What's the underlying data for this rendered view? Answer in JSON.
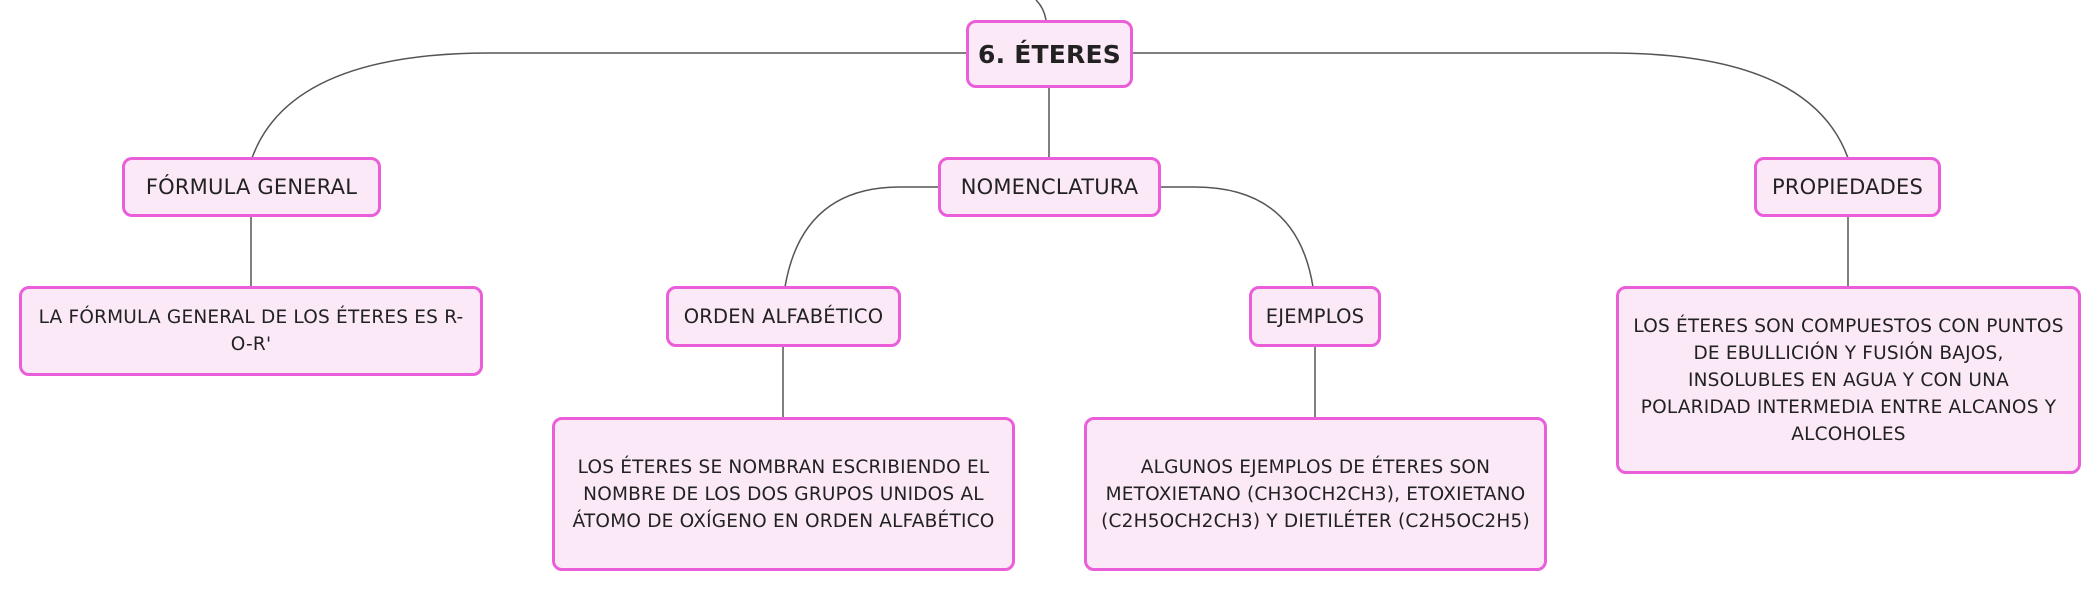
{
  "colors": {
    "node_fill": "#fbe9f8",
    "node_border": "#ea5ed9",
    "connector": "#555555"
  },
  "root": {
    "label": "6. ÉTERES"
  },
  "branches": {
    "formula": {
      "label": "FÓRMULA GENERAL",
      "detail": "LA FÓRMULA GENERAL DE LOS ÉTERES ES R-O-R'"
    },
    "nomenclatura": {
      "label": "NOMENCLATURA",
      "children": {
        "orden": {
          "label": "ORDEN ALFABÉTICO",
          "detail": "LOS ÉTERES SE NOMBRAN ESCRIBIENDO EL NOMBRE DE LOS DOS GRUPOS UNIDOS AL ÁTOMO DE OXÍGENO EN ORDEN ALFABÉTICO"
        },
        "ejemplos": {
          "label": "EJEMPLOS",
          "detail": "ALGUNOS EJEMPLOS DE ÉTERES SON METOXIETANO (CH3OCH2CH3), ETOXIETANO (C2H5OCH2CH3) Y DIETILÉTER (C2H5OC2H5)"
        }
      }
    },
    "propiedades": {
      "label": "PROPIEDADES",
      "detail": "LOS ÉTERES SON COMPUESTOS CON PUNTOS DE EBULLICIÓN Y FUSIÓN BAJOS, INSOLUBLES EN AGUA Y CON UNA POLARIDAD INTERMEDIA ENTRE ALCANOS Y ALCOHOLES"
    }
  }
}
